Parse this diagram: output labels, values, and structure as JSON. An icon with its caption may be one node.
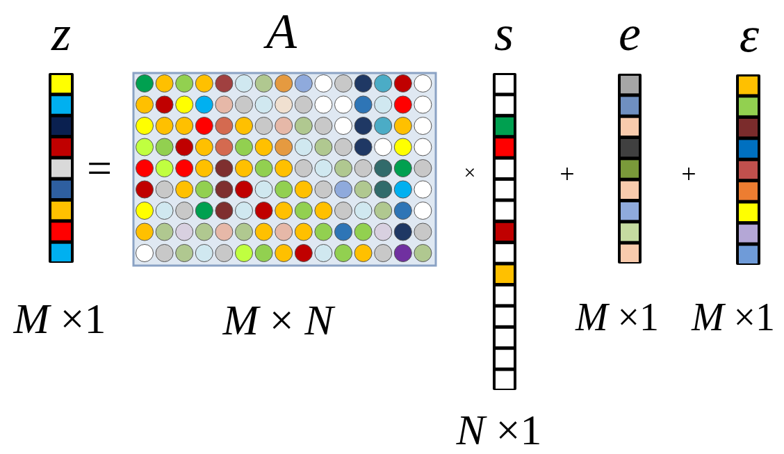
{
  "diagram": {
    "labels": [
      "z",
      "A",
      "s",
      "e",
      "ε",
      "=",
      "×",
      "+",
      "+",
      "*M* ×1",
      "*M* × *N*",
      "*M* ×1",
      "*M* ×1",
      "*N* ×1"
    ]
  }
}
